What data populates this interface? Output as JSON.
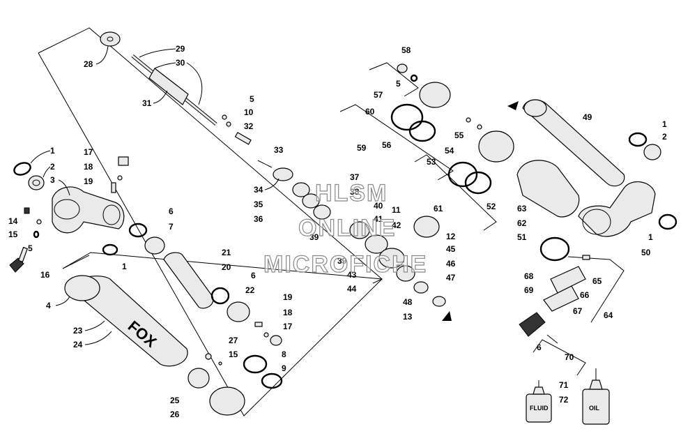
{
  "watermark": {
    "line1": "HLSM",
    "line2": "ONLINE",
    "line3": "MICROFICHE"
  },
  "brand_logo": "FOX",
  "bottles": {
    "fluid_label": "FLUID",
    "oil_label": "OIL"
  },
  "part_numbers": [
    "1",
    "2",
    "3",
    "4",
    "5",
    "6",
    "7",
    "8",
    "9",
    "10",
    "11",
    "12",
    "13",
    "14",
    "15",
    "16",
    "17",
    "18",
    "19",
    "20",
    "21",
    "22",
    "23",
    "24",
    "25",
    "26",
    "27",
    "28",
    "29",
    "30",
    "31",
    "32",
    "33",
    "34",
    "35",
    "36",
    "37",
    "38",
    "39",
    "40",
    "41",
    "42",
    "43",
    "44",
    "45",
    "46",
    "47",
    "48",
    "49",
    "50",
    "51",
    "52",
    "53",
    "54",
    "55",
    "56",
    "57",
    "58",
    "59",
    "60",
    "61",
    "62",
    "63",
    "64",
    "65",
    "66",
    "67",
    "68",
    "69",
    "70",
    "71",
    "72"
  ]
}
